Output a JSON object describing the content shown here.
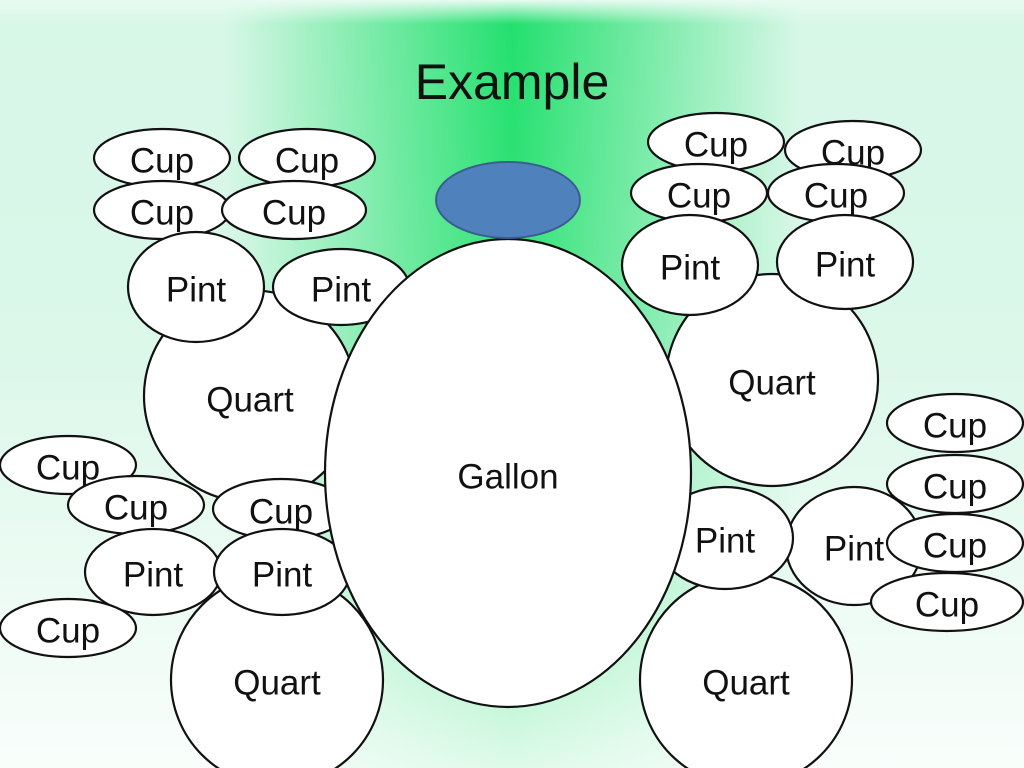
{
  "slide": {
    "title": "Example",
    "colors": {
      "background_light": "#d7f7e7",
      "background_accent": "#22e06d",
      "blue_oval": "#4f81bd"
    }
  },
  "diagram": {
    "center": "Gallon",
    "groups": [
      {
        "quart": "Quart",
        "pints": [
          {
            "label": "Pint",
            "cups": [
              "Cup",
              "Cup"
            ]
          },
          {
            "label": "Pint",
            "cups": [
              "Cup",
              "Cup"
            ]
          }
        ]
      },
      {
        "quart": "Quart",
        "pints": [
          {
            "label": "Pint",
            "cups": [
              "Cup",
              "Cup"
            ]
          },
          {
            "label": "Pint",
            "cups": [
              "Cup",
              "Cup"
            ]
          }
        ]
      },
      {
        "quart": "Quart",
        "pints": [
          {
            "label": "Pint",
            "cups": [
              "Cup",
              "Cup"
            ]
          },
          {
            "label": "Pint",
            "cups": [
              "Cup",
              "Cup"
            ]
          }
        ]
      },
      {
        "quart": "Quart",
        "pints": [
          {
            "label": "Pint",
            "cups": [
              "Cup",
              "Cup"
            ]
          },
          {
            "label": "Pint",
            "cups": [
              "Cup",
              "Cup"
            ]
          }
        ]
      }
    ]
  }
}
